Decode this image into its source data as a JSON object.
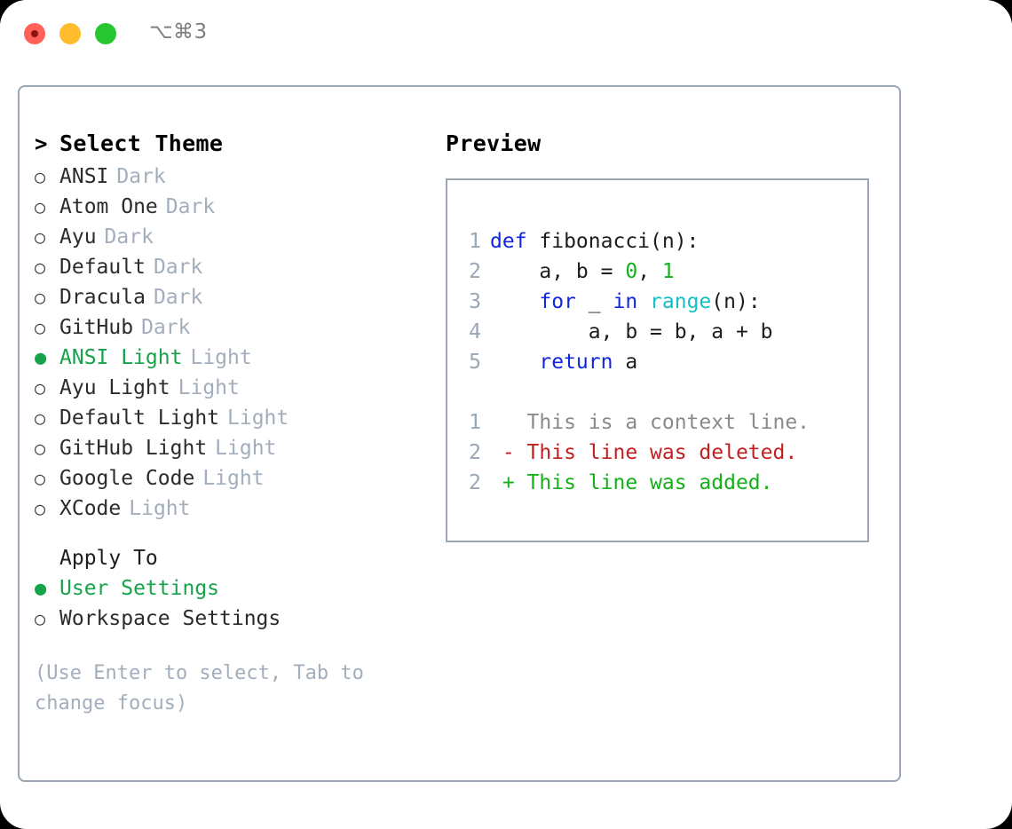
{
  "window": {
    "shortcut_label": "⌥⌘3",
    "traffic_lights": [
      "close",
      "minimize",
      "maximize"
    ]
  },
  "theme_picker": {
    "header": {
      "prompt": ">",
      "title": "Select Theme"
    },
    "selected_marker": "●",
    "unselected_marker": "○",
    "items": [
      {
        "name": "ANSI",
        "variant": "Dark",
        "selected": false
      },
      {
        "name": "Atom One",
        "variant": "Dark",
        "selected": false
      },
      {
        "name": "Ayu",
        "variant": "Dark",
        "selected": false
      },
      {
        "name": "Default",
        "variant": "Dark",
        "selected": false
      },
      {
        "name": "Dracula",
        "variant": "Dark",
        "selected": false
      },
      {
        "name": "GitHub",
        "variant": "Dark",
        "selected": false
      },
      {
        "name": "ANSI Light",
        "variant": "Light",
        "selected": true
      },
      {
        "name": "Ayu Light",
        "variant": "Light",
        "selected": false
      },
      {
        "name": "Default Light",
        "variant": "Light",
        "selected": false
      },
      {
        "name": "GitHub Light",
        "variant": "Light",
        "selected": false
      },
      {
        "name": "Google Code",
        "variant": "Light",
        "selected": false
      },
      {
        "name": "XCode",
        "variant": "Light",
        "selected": false
      }
    ]
  },
  "apply_to": {
    "label": "Apply To",
    "options": [
      {
        "label": "User Settings",
        "selected": true
      },
      {
        "label": "Workspace Settings",
        "selected": false
      }
    ]
  },
  "hint": "(Use Enter to select, Tab to change focus)",
  "preview": {
    "title": "Preview",
    "code_lines": [
      {
        "num": "1",
        "tokens": [
          {
            "t": "def",
            "c": "kw"
          },
          {
            "t": " fibonacci(n):",
            "c": ""
          }
        ]
      },
      {
        "num": "2",
        "tokens": [
          {
            "t": "    a, b = ",
            "c": ""
          },
          {
            "t": "0",
            "c": "num"
          },
          {
            "t": ", ",
            "c": ""
          },
          {
            "t": "1",
            "c": "num"
          }
        ]
      },
      {
        "num": "3",
        "tokens": [
          {
            "t": "    ",
            "c": ""
          },
          {
            "t": "for",
            "c": "kw"
          },
          {
            "t": " _ ",
            "c": ""
          },
          {
            "t": "in",
            "c": "kw"
          },
          {
            "t": " ",
            "c": ""
          },
          {
            "t": "range",
            "c": "fn"
          },
          {
            "t": "(n):",
            "c": ""
          }
        ]
      },
      {
        "num": "4",
        "tokens": [
          {
            "t": "        a, b = b, a + b",
            "c": ""
          }
        ]
      },
      {
        "num": "5",
        "tokens": [
          {
            "t": "    ",
            "c": ""
          },
          {
            "t": "return",
            "c": "kw"
          },
          {
            "t": " a",
            "c": ""
          }
        ]
      }
    ],
    "diff_lines": [
      {
        "num": "1",
        "sign": " ",
        "text": "This is a context line.",
        "kind": "ctx"
      },
      {
        "num": "2",
        "sign": "-",
        "text": "This line was deleted.",
        "kind": "del"
      },
      {
        "num": "2",
        "sign": "+",
        "text": "This line was added.",
        "kind": "add"
      }
    ]
  },
  "colors": {
    "selected_green": "#16a34a",
    "variant_gray": "#a3aebd",
    "border": "#9aa6b4",
    "keyword_blue": "#1226e0",
    "function_cyan": "#12bfc4",
    "number_green": "#15b01a",
    "diff_delete_red": "#c22020",
    "diff_add_green": "#15b01a",
    "gutter_gray": "#9aa6b4",
    "traffic_red": "#ff6159",
    "traffic_yellow": "#ffbd2e",
    "traffic_green": "#25c630"
  }
}
